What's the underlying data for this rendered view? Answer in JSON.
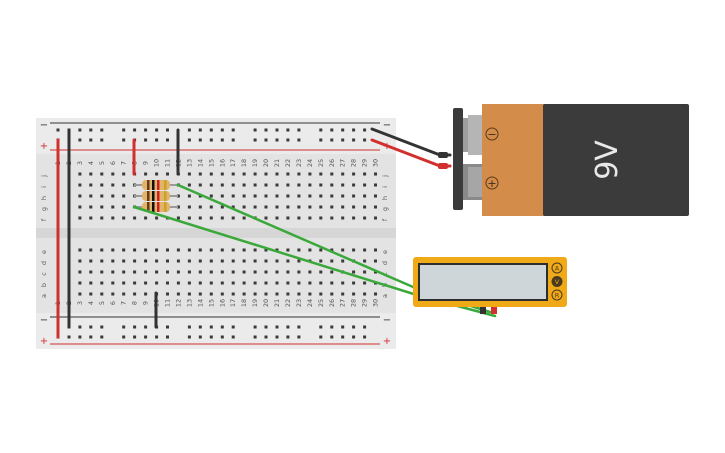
{
  "breadboard": {
    "column_numbers": [
      "1",
      "2",
      "3",
      "4",
      "5",
      "6",
      "7",
      "8",
      "9",
      "10",
      "11",
      "12",
      "13",
      "14",
      "15",
      "16",
      "17",
      "18",
      "19",
      "20",
      "21",
      "22",
      "23",
      "24",
      "25",
      "26",
      "27",
      "28",
      "29",
      "30"
    ],
    "rows_top": [
      "j",
      "i",
      "h",
      "g",
      "f"
    ],
    "rows_bottom": [
      "e",
      "d",
      "c",
      "b",
      "a"
    ],
    "rail_minus": "−",
    "rail_plus": "+"
  },
  "battery": {
    "label": "9V",
    "minus_symbol": "−",
    "plus_symbol": "+"
  },
  "multimeter": {
    "reading": "",
    "mode_buttons": [
      "A",
      "V",
      "R"
    ],
    "selected_mode": "V"
  },
  "colors": {
    "board": "#e3e3e3",
    "hole": "#3a3a3a",
    "rail_red": "#d22f2f",
    "wire_black": "#333333",
    "wire_red": "#d22f2f",
    "wire_green": "#3aa83a",
    "battery_body": "#d48c4a",
    "battery_cap": "#3b3b3b",
    "meter_body": "#f1aa17",
    "meter_screen": "#cfd6d9"
  }
}
